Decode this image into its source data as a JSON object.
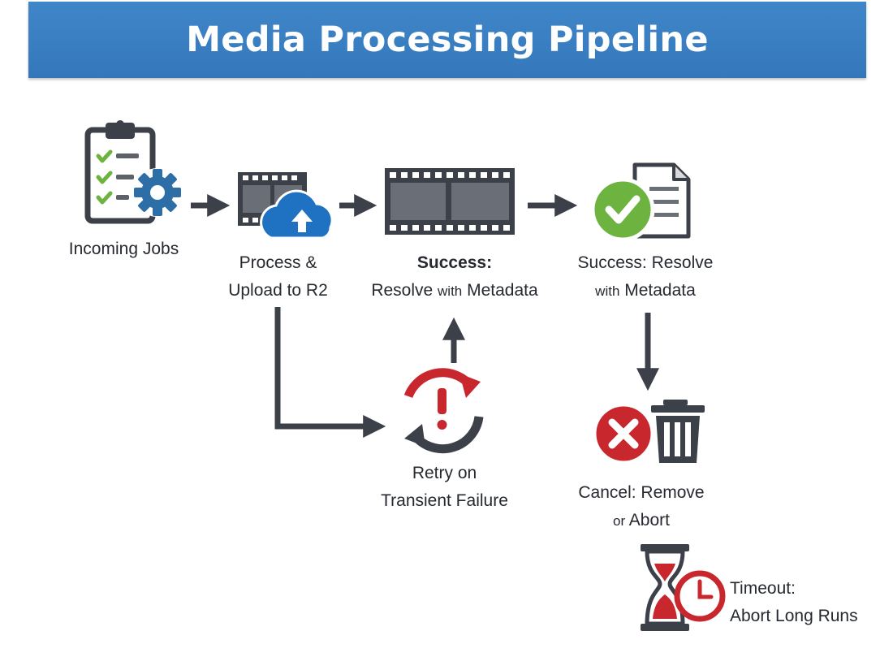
{
  "title": "Media Processing Pipeline",
  "colors": {
    "header": "#3a7fc1",
    "arrow": "#3c4048",
    "success_green": "#6db33f",
    "danger_red": "#c8272d",
    "gear_blue": "#2c6ea5",
    "cloud_blue": "#1f72c2"
  },
  "nodes": {
    "incoming": {
      "label": "Incoming Jobs",
      "icon": "clipboard-gear-icon"
    },
    "process": {
      "line1": "Process &",
      "line2": "Upload to R2",
      "icon": "film-cloud-upload-icon"
    },
    "success1": {
      "line1": "Success:",
      "line2_pre": "Resolve ",
      "line2_small": "with",
      "line2_post": " Metadata",
      "icon": "filmstrip-icon"
    },
    "success2": {
      "line1": "Success: Resolve",
      "line2_small": "with",
      "line2_post": " Metadata",
      "icon": "checkmark-document-icon"
    },
    "retry": {
      "line1": "Retry on",
      "line2": "Transient Failure",
      "icon": "retry-alert-icon"
    },
    "cancel": {
      "line1": "Cancel: Remove",
      "line2_small": "or",
      "line2_post": " Abort",
      "icon": "cancel-trash-icon"
    },
    "timeout": {
      "line1": "Timeout:",
      "line2": "Abort Long Runs",
      "icon": "hourglass-clock-icon"
    }
  }
}
